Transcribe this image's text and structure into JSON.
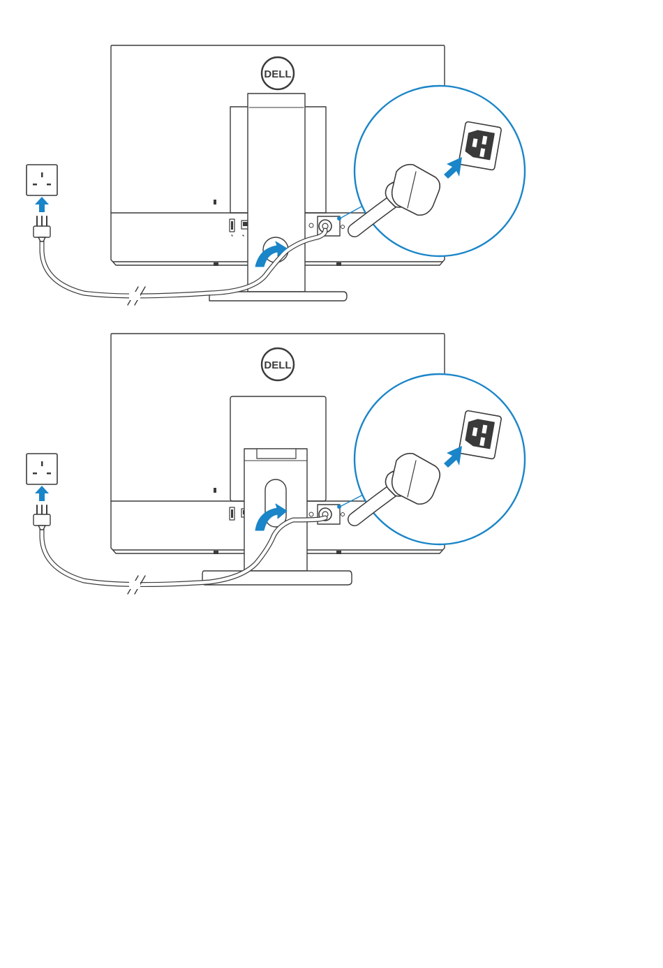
{
  "brand": {
    "logo_text": "DELL"
  },
  "colors": {
    "accent": "#1a85c8",
    "line": "#3a3a3a",
    "background": "#ffffff"
  },
  "figures": [
    {
      "id": "figure-top",
      "stand": "pedestal-stand",
      "steps": [
        "plug-power-cable-into-wall-outlet",
        "route-cable-through-stand",
        "connect-power-cable-to-computer"
      ],
      "icons": [
        "wall-outlet-icon",
        "power-plug-icon",
        "up-arrow-icon",
        "routing-arrow-icon",
        "power-port-zoom-icon",
        "insert-arrow-icon"
      ]
    },
    {
      "id": "figure-bottom",
      "stand": "height-adjustable-stand",
      "steps": [
        "plug-power-cable-into-wall-outlet",
        "route-cable-through-stand",
        "connect-power-cable-to-computer"
      ],
      "icons": [
        "wall-outlet-icon",
        "power-plug-icon",
        "up-arrow-icon",
        "routing-arrow-icon",
        "power-port-zoom-icon",
        "insert-arrow-icon"
      ]
    }
  ]
}
